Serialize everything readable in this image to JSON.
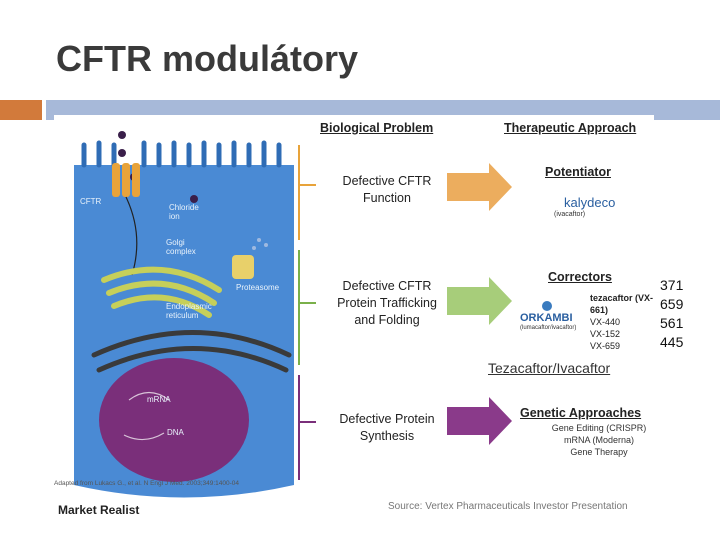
{
  "slide": {
    "title": "CFTR modulátory",
    "colors": {
      "accent_square": "#d27a3b",
      "accent_bar": "#a7b9d9",
      "cell": "#4a8ad4",
      "nucleus": "#7a2f7a"
    }
  },
  "figure": {
    "col_problem": "Biological Problem",
    "col_approach": "Therapeutic Approach",
    "cell_labels": {
      "cftr": "CFTR",
      "chloride_ion": "Chloride ion",
      "golgi": "Golgi complex",
      "proteasome": "Proteasome",
      "er": "Endoplasmic reticulum",
      "mrna": "mRNA",
      "dna": "DNA"
    },
    "problems": [
      {
        "text": "Defective CFTR Function"
      },
      {
        "text": "Defective CFTR Protein Trafficking and Folding"
      },
      {
        "text": "Defective Protein Synthesis"
      }
    ],
    "approaches": {
      "potentiator": "Potentiator",
      "kalydeco": "kalydeco",
      "kalydeco_sub": "(ivacaftor)",
      "correctors": "Correctors",
      "orkambi": "ORKAMBI",
      "orkambi_sub": "(lumacaftor/ivacaftor)",
      "corrector_list": [
        "tezacaftor (VX-661)",
        "VX-440",
        "VX-152",
        "VX-659"
      ],
      "genetic": "Genetic Approaches",
      "genetic_list": [
        "Gene Editing (CRISPR)",
        "mRNA (Moderna)",
        "Gene Therapy"
      ]
    },
    "adapted_from": "Adapted from Lukacs G., et al. N Engl J Med. 2003;349:1400-04",
    "logo": "Market Realist",
    "source": "Source: Vertex Pharmaceuticals Investor Presentation"
  },
  "side_numbers": [
    "371",
    "659",
    "561",
    "445"
  ],
  "link_text": "Tezacaftor/Ivacaftor"
}
